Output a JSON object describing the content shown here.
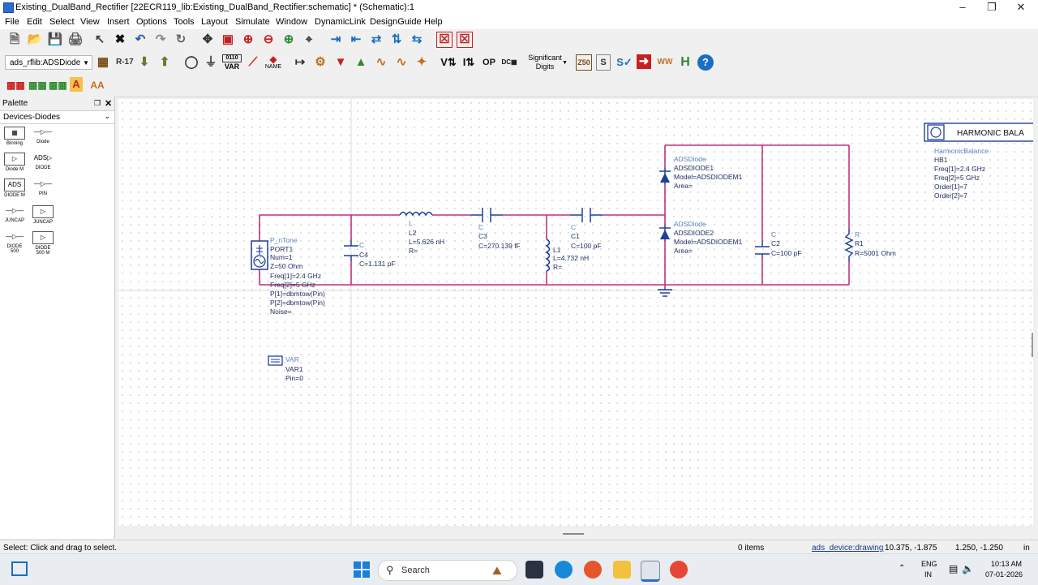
{
  "window": {
    "title": "Existing_DualBand_Rectifier [22ECR119_lib:Existing_DualBand_Rectifier:schematic] * (Schematic):1"
  },
  "menu": [
    "File",
    "Edit",
    "Select",
    "View",
    "Insert",
    "Options",
    "Tools",
    "Layout",
    "Simulate",
    "Window",
    "DynamicLink",
    "DesignGuide",
    "Help"
  ],
  "toolbar": {
    "library_combo": "ads_rflib:ADSDiode",
    "var_label": "VAR",
    "name_label": "NAME",
    "sigdig_line1": "Significant",
    "sigdig_line2": "Digits",
    "h_label": "H",
    "help_icon": "?"
  },
  "palette": {
    "title": "Palette",
    "category": "Devices-Diodes",
    "items": [
      {
        "label": "Binning"
      },
      {
        "label": "Diode"
      },
      {
        "label": "Diode M"
      },
      {
        "label": "DIODE"
      },
      {
        "label": "DIODE M"
      },
      {
        "label": "PIN"
      },
      {
        "label": "JUNCAP"
      },
      {
        "label": "JUNCAP"
      },
      {
        "label": "DIODE 500"
      },
      {
        "label": "DIODE 500 M"
      }
    ]
  },
  "schematic": {
    "port": {
      "type": "P_nTone",
      "lines": [
        "PORT1",
        "Num=1",
        "Z=50 Ohm",
        "Freq[1]=2.4 GHz",
        "Freq[2]=5 GHz",
        "P[1]=dbmtow(Pin)",
        "P[2]=dbmtow(Pin)",
        "Noise="
      ]
    },
    "c4": {
      "type": "C",
      "lines": [
        "C4",
        "C=1.131 pF"
      ]
    },
    "l2": {
      "type": "L",
      "lines": [
        "L2",
        "L=5.626 nH",
        "R="
      ]
    },
    "c3": {
      "type": "C",
      "lines": [
        "C3",
        "C=270.139 fF"
      ]
    },
    "l1": {
      "type": "L",
      "lines": [
        "L1",
        "L=4.732 nH",
        "R="
      ]
    },
    "c1": {
      "type": "C",
      "lines": [
        "C1",
        "C=100 pF"
      ]
    },
    "d1": {
      "type": "ADSDiode",
      "lines": [
        "ADSDIODE1",
        "Model=ADSDIODEM1",
        "Area="
      ]
    },
    "d2": {
      "type": "ADSDiode",
      "lines": [
        "ADSDIODE2",
        "Model=ADSDIODEM1",
        "Area="
      ]
    },
    "c2": {
      "type": "C",
      "lines": [
        "C2",
        "C=100 pF"
      ]
    },
    "r1": {
      "type": "R",
      "lines": [
        "R1",
        "R=5001 Ohm"
      ]
    },
    "var": {
      "type": "VAR",
      "lines": [
        "VAR1",
        "Pin=0"
      ]
    },
    "hb": {
      "header": "HARMONIC BALA",
      "type": "HarmonicBalance",
      "lines": [
        "HB1",
        "Freq[1]=2.4 GHz",
        "Freq[2]=5 GHz",
        "Order[1]=7",
        "Order[2]=7"
      ]
    }
  },
  "status": {
    "hint": "Select: Click and drag to select.",
    "items": "0 items",
    "context": "ads_device:drawing",
    "coord1": "10.375, -1.875",
    "coord2": "1.250, -1.250",
    "unit": "in"
  },
  "taskbar": {
    "search": "Search",
    "lang1": "ENG",
    "lang2": "IN",
    "time": "10:13 AM",
    "date": "07-01-2026"
  },
  "colors": {
    "wire": "#c0307c",
    "component": "#1f3f9a",
    "label_type": "#5c82c7",
    "label": "#203060"
  }
}
